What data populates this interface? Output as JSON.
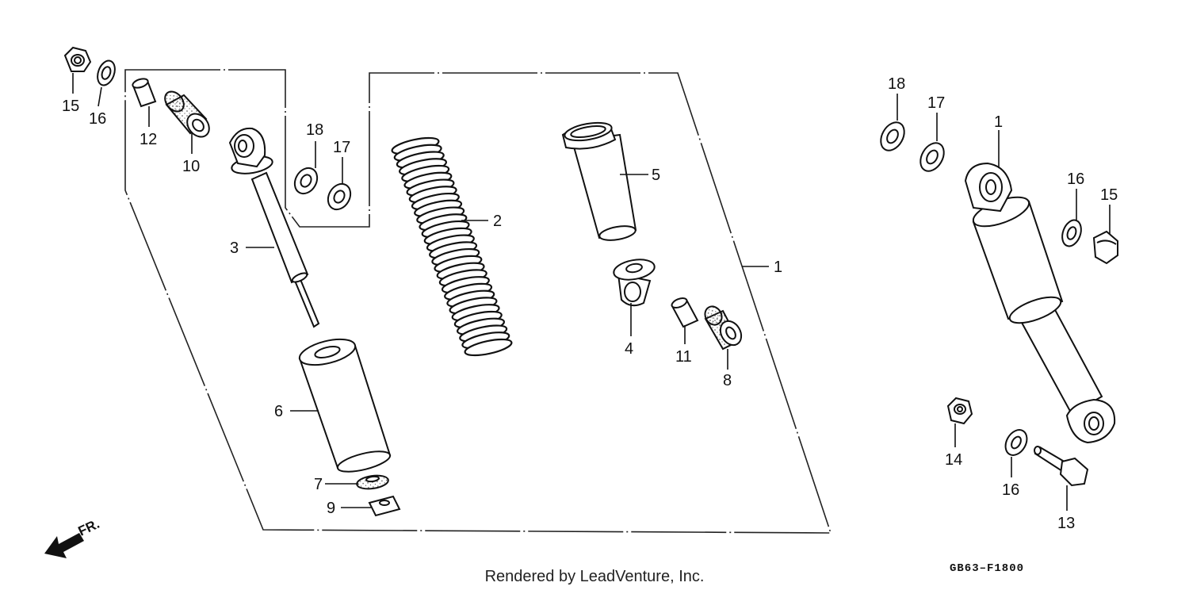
{
  "labels": {
    "l15a": "15",
    "l16a": "16",
    "l12": "12",
    "l10": "10",
    "l3": "3",
    "l18a": "18",
    "l17a": "17",
    "l2": "2",
    "l5": "5",
    "l1a": "1",
    "l4": "4",
    "l11": "11",
    "l8": "8",
    "l6": "6",
    "l7": "7",
    "l9": "9",
    "l18b": "18",
    "l17b": "17",
    "l1b": "1",
    "l16b": "16",
    "l15b": "15",
    "l14": "14",
    "l16c": "16",
    "l13": "13"
  },
  "direction": "FR.",
  "credit": "Rendered by LeadVenture, Inc.",
  "diagram_code": "GB63–F1800"
}
